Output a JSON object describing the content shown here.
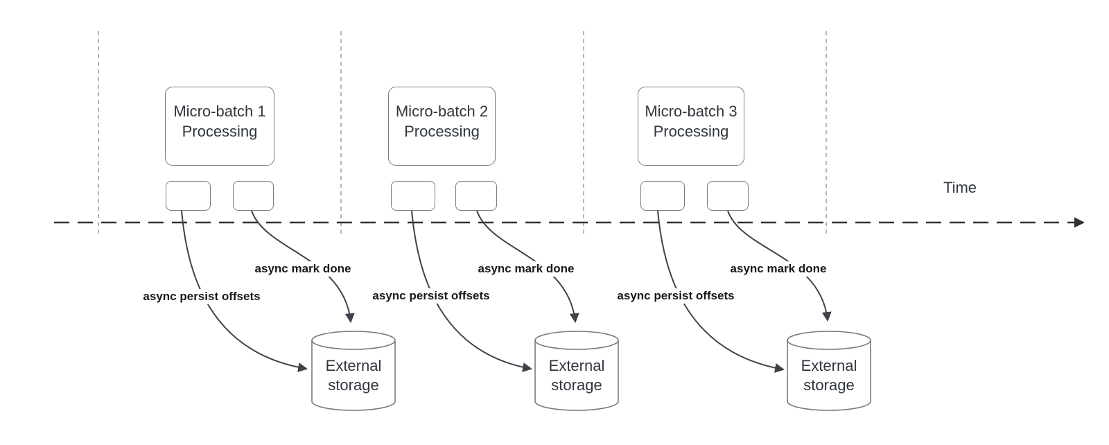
{
  "time_label": "Time",
  "groups": [
    {
      "box_line1": "Micro-batch 1",
      "box_line2": "Processing",
      "persist_label": "async persist offsets",
      "mark_done_label": "async mark done",
      "storage_line1": "External",
      "storage_line2": "storage"
    },
    {
      "box_line1": "Micro-batch 2",
      "box_line2": "Processing",
      "persist_label": "async persist offsets",
      "mark_done_label": "async mark done",
      "storage_line1": "External",
      "storage_line2": "storage"
    },
    {
      "box_line1": "Micro-batch 3",
      "box_line2": "Processing",
      "persist_label": "async persist offsets",
      "mark_done_label": "async mark done",
      "storage_line1": "External",
      "storage_line2": "storage"
    }
  ],
  "colors": {
    "bg": "#ffffff",
    "grid": "#b4b6b8",
    "axis": "#2e3237",
    "line": "#3e434a",
    "shape-border": "#767b83",
    "shape-text": "#30363d",
    "label-text": "#16191d"
  }
}
